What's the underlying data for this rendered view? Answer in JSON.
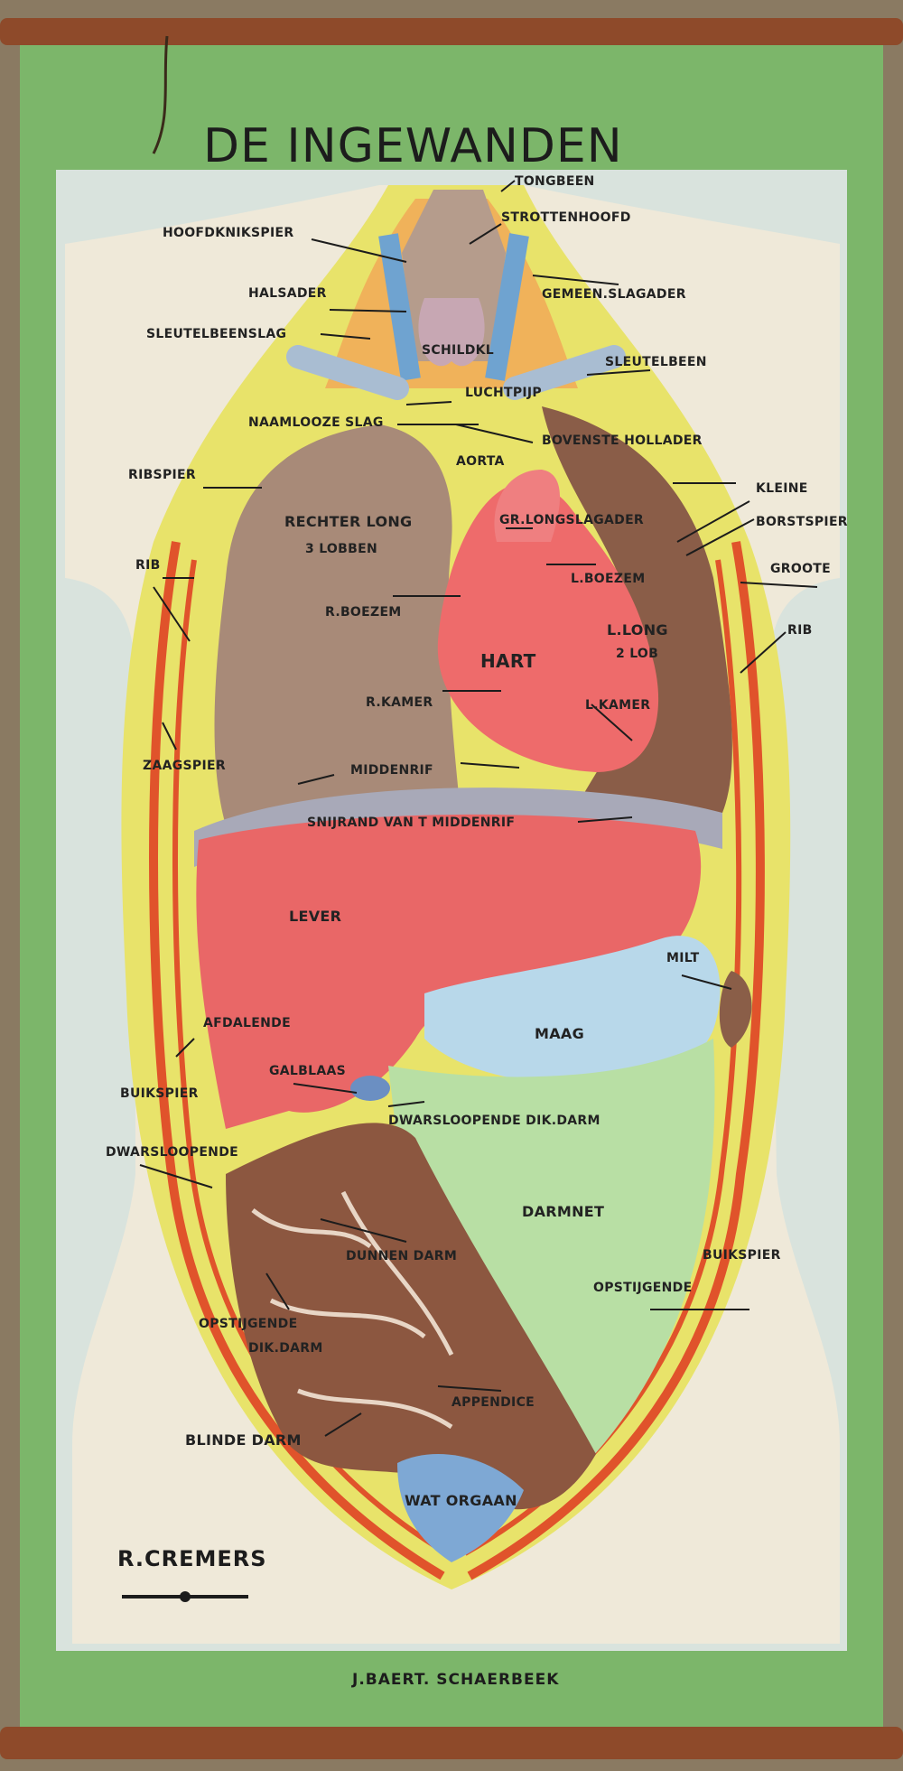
{
  "title": "DE INGEWANDEN",
  "author": "R.CREMERS",
  "publisher": "J.BAERT. SCHAERBEEK",
  "labels": {
    "tongbeen": "TONGBEEN",
    "strottenhoofd": "STROTTENHOOFD",
    "hoofdknikspier": "HOOFDKNIKSPIER",
    "gemeen_slagader": "GEMEEN.SLAGADER",
    "halsader": "HALSADER",
    "sleutelbeenslag": "SLEUTELBEENSLAG",
    "schildkl": "SCHILDKL",
    "sleutelbeen": "SLEUTELBEEN",
    "luchtpijp": "LUCHTPIJP",
    "naamlooze_slag": "NAAMLOOZE SLAG",
    "bovenste_hollader": "BOVENSTE HOLLADER",
    "aorta": "AORTA",
    "ribspier": "RIBSPIER",
    "kleine": "KLEINE",
    "borstspier": "BORSTSPIER",
    "rechter_long": "RECHTER LONG",
    "rechter_long_lobben": "3 LOBBEN",
    "gr_longslagader": "GR.LONGSLAGADER",
    "groote": "GROOTE",
    "rib_left": "RIB",
    "l_boezem": "L.BOEZEM",
    "r_boezem": "R.BOEZEM",
    "l_long": "L.LONG",
    "l_long_lob": "2 LOB",
    "rib_right": "RIB",
    "hart": "HART",
    "r_kamer": "R.KAMER",
    "l_kamer": "L.KAMER",
    "zaagspier": "ZAAGSPIER",
    "middenrif": "MIDDENRIF",
    "snijrand": "SNIJRAND VAN T MIDDENRIF",
    "lever": "LEVER",
    "milt": "MILT",
    "afdalende": "AFDALENDE",
    "maag": "MAAG",
    "buikspier_left": "BUIKSPIER",
    "galblaas": "GALBLAAS",
    "dwarsloopende_dik_darm": "DWARSLOOPENDE DIK.DARM",
    "dwarsloopende": "DWARSLOOPENDE",
    "darmnet": "DARMNET",
    "dunnen_darm": "DUNNEN DARM",
    "buikspier_right": "BUIKSPIER",
    "opstijgende_right": "OPSTIJGENDE",
    "opstijgende_left": "OPSTIJGENDE",
    "dik_darm": "DIK.DARM",
    "appendice": "APPENDICE",
    "blinde_darm": "BLINDE DARM",
    "wat_orgaan": "WAT ORGAAN"
  }
}
